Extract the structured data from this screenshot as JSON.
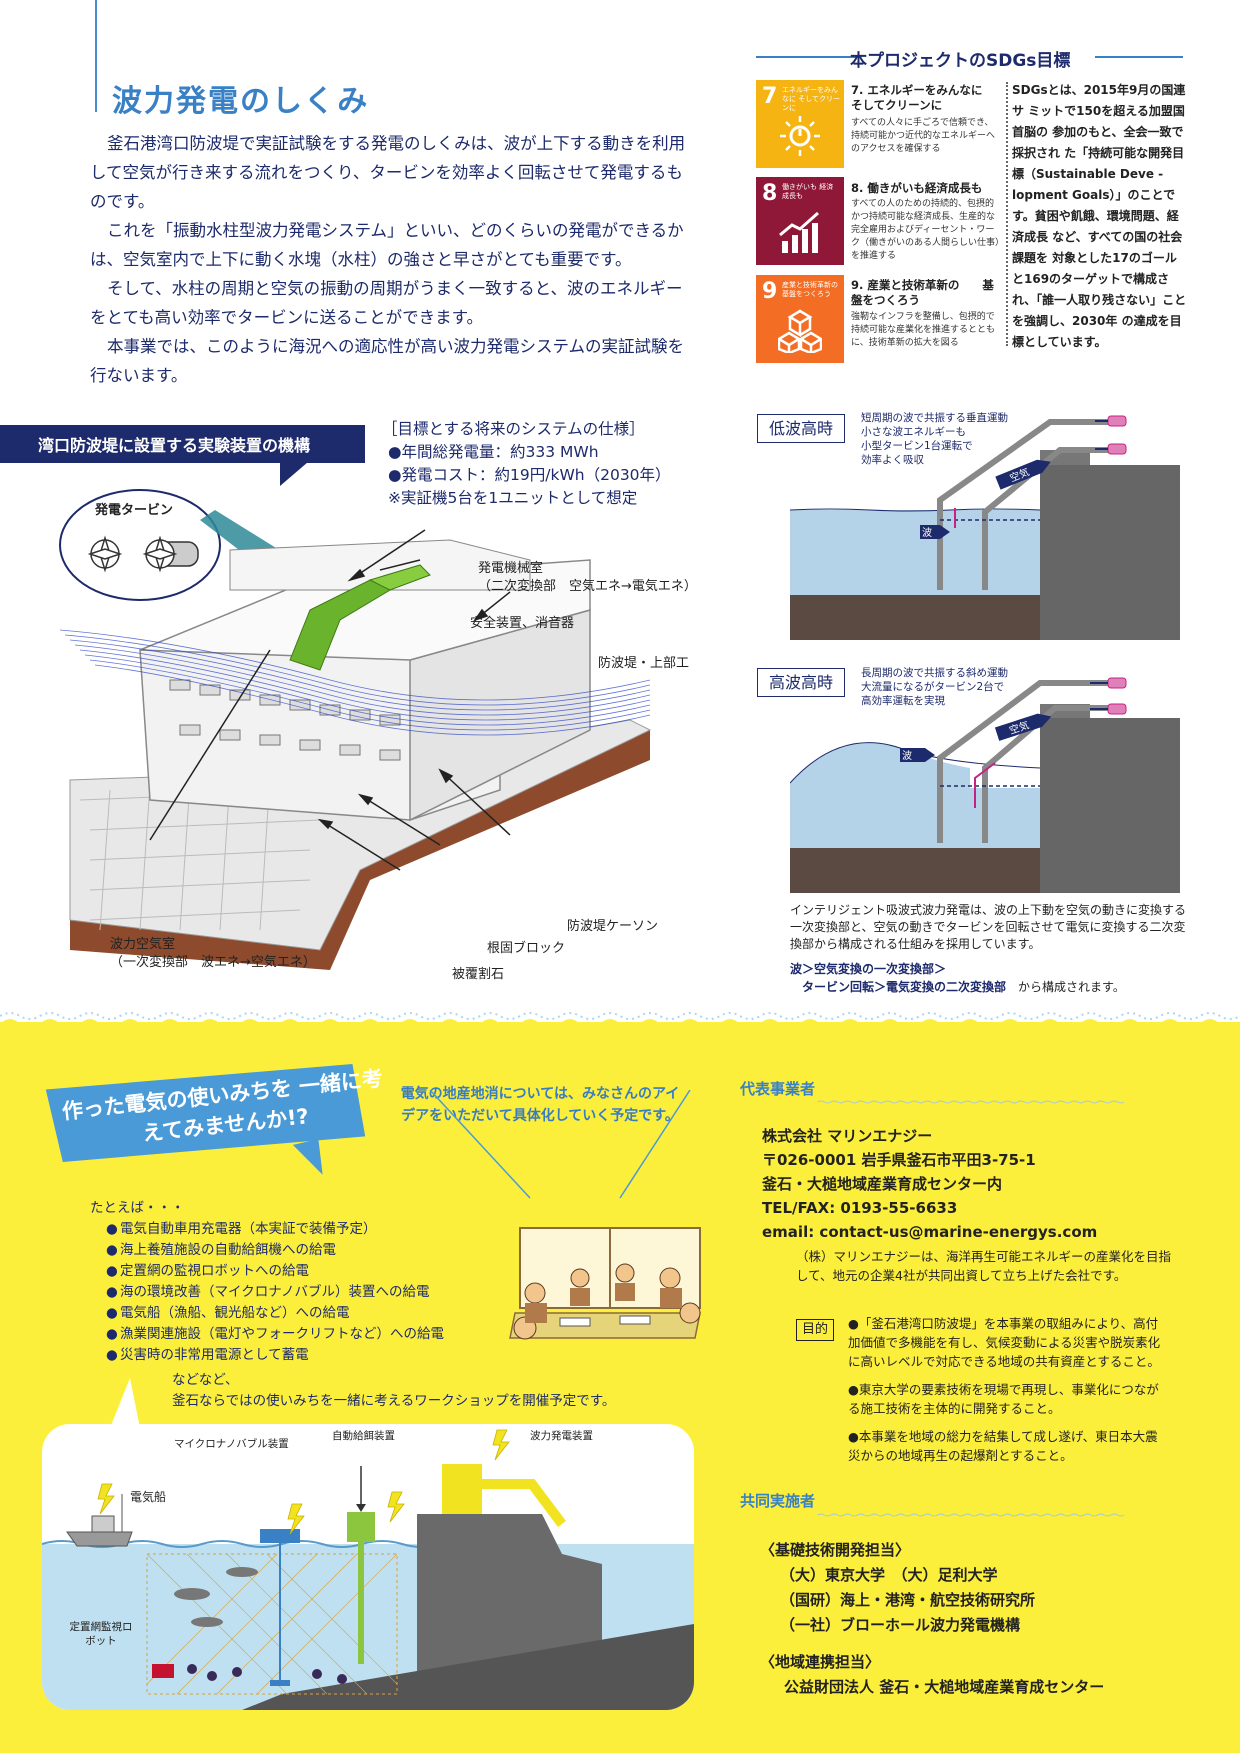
{
  "title": "波力発電のしくみ",
  "intro": [
    "釜石港湾口防波堤で実証試験をする発電のしくみは、波が上下する動きを利用して空気が行き来する流れをつくり、タービンを効率よく回転させて発電するものです。",
    "これを「振動水柱型波力発電システム」といい、どのくらいの発電ができるかは、空気室内で上下に動く水塊（水柱）の強さと早さがとても重要です。",
    "そして、水柱の周期と空気の振動の周期がうまく一致すると、波のエネルギーをとても高い効率でタービンに送ることができます。",
    "本事業では、このように海況への適応性が高い波力発電システムの実証試験を行ないます。"
  ],
  "sdgs": {
    "heading": "本プロジェクトのSDGs目標",
    "goals": [
      {
        "num": "7",
        "badge": "エネルギーをみんなに そしてクリーンに",
        "title": "7. エネルギーをみんなに　　そしてクリーンに",
        "desc": "すべての人々に手ごろで信頼でき、持続可能かつ近代的なエネルギーへのアクセスを確保する",
        "color": "#f6b413"
      },
      {
        "num": "8",
        "badge": "働きがいも 経済成長も",
        "title": "8. 働きがいも経済成長も",
        "desc": "すべての人のための持続的、包摂的かつ持続可能な経済成長、生産的な完全雇用およびディーセント・ワーク（働きがいのある人間らしい仕事）を推進する",
        "color": "#8f1838"
      },
      {
        "num": "9",
        "badge": "産業と技術革新の 基盤をつくろう",
        "title": "9. 産業と技術革新の　　基盤をつくろう",
        "desc": "強靭なインフラを整備し、包摂的で持続可能な産業化を推進するとともに、技術革新の拡大を図る",
        "color": "#f36d25"
      }
    ],
    "explain": "SDGsとは、2015年9月の国連サ ミットで150を超える加盟国首脳の 参加のもと、全会一致で採択され た「持続可能な開発目標（Sustainable Deve -lopment Goals）」のことです。貧困や飢餓、環境問題、経済成長 など、すべての国の社会課題を 対象とした17のゴールと169のターゲットで構成され、「誰一人取り残さない」ことを強調し、2030年 の達成を目標としています。"
  },
  "device": {
    "callout": "湾口防波堤に設置する実験装置の機構",
    "spec_title": "［目標とする将来のシステムの仕様］",
    "spec_lines": [
      "●年間総発電量：約333 MWh",
      "●発電コスト：約19円/kWh（2030年）",
      "※実証機5台を1ユニットとして想定"
    ],
    "turbine_label": "発電タービン",
    "labels": {
      "machine_room": "発電機械室",
      "machine_room_sub": "（二次変換部　空気エネ→電気エネ）",
      "safety": "安全装置、消音器",
      "top": "防波堤・上部工",
      "air_chamber": "波力空気室",
      "air_chamber_sub": "（一次変換部　波エネ→空気エネ）",
      "caisson": "防波堤ケーソン",
      "block": "根固ブロック",
      "rubble": "被覆割石"
    }
  },
  "waves": {
    "low": {
      "tag": "低波高時",
      "note": [
        "短周期の波で共振する垂直運動",
        "小さな波エネルギーも",
        "小型タービン1台運転で",
        "効率よく吸収"
      ]
    },
    "high": {
      "tag": "高波高時",
      "note": [
        "長周期の波で共振する斜め運動",
        "大流量になるがタービン2台で",
        "高効率運転を実現"
      ]
    },
    "air_label": "空気",
    "wave_label": "波",
    "explain": "インテリジェント吸波式波力発電は、波の上下動を空気の動きに変換する一次変換部と、空気の動きでタービンを回転させて電気に変換する二次変換部から構成される仕組みを採用しています。",
    "explain2_a": "波＞空気変換の一次変換部＞",
    "explain2_b": "タービン回転＞電気変換の二次変換部",
    "explain2_c": "から構成されます。"
  },
  "usage": {
    "bubble": "作った電気の使いみちを 一緒に考えてみませんか!?",
    "chisan": "電気の地産地消については、みなさんのアイデアをいただいて具体化していく予定です。",
    "example_head": "たとえば・・・",
    "examples": [
      "電気自動車用充電器（本実証で装備予定）",
      "海上養殖施設の自動給餌機への給電",
      "定置網の監視ロボットへの給電",
      "海の環境改善（マイクロナノバブル）装置への給電",
      "電気船（漁船、観光船など）への給電",
      "漁業関連施設（電灯やフォークリフトなど）への給電",
      "災害時の非常用電源として蓄電"
    ],
    "nado1": "などなど、",
    "nado2": "釜石ならではの使いみちを一緒に考えるワークショップを開催予定です。",
    "scene": {
      "bubble_device": "マイクロナノバブル装置",
      "feeder": "自動給餌装置",
      "wave_power": "波力発電装置",
      "boat": "電気船",
      "robot": "定置網監視ロボット"
    }
  },
  "company": {
    "heading": "代表事業者",
    "name": "株式会社 マリンエナジー",
    "address": "〒026-0001 岩手県釜石市平田3-75-1",
    "address2": "釜石・大槌地域産業育成センター内",
    "tel": "TEL/FAX: 0193-55-6633",
    "email": "email: contact-us@marine-energys.com",
    "desc": "（株）マリンエナジーは、海洋再生可能エネルギーの産業化を目指して、地元の企業4社が共同出資して立ち上げた会社です。",
    "purpose_tag": "目的",
    "purposes": [
      "●「釜石港湾口防波堤」を本事業の取組みにより、高付加価値で多機能を有し、気候変動による災害や脱炭素化に高いレベルで対応できる地域の共有資産とすること。",
      "●東京大学の要素技術を現場で再現し、事業化につながる施工技術を主体的に開発すること。",
      "●本事業を地域の総力を結集して成し遂げ、東日本大震災からの地域再生の起爆剤とすること。"
    ]
  },
  "partners": {
    "heading": "共同実施者",
    "tech_head": "〈基礎技術開発担当〉",
    "tech": [
      "（大）東京大学　（大）足利大学",
      "（国研）海上・港湾・航空技術研究所",
      "（一社）ブローホール波力発電機構"
    ],
    "region_head": "〈地域連携担当〉",
    "region": [
      "公益財団法人 釜石・大槌地域産業育成センター"
    ]
  }
}
